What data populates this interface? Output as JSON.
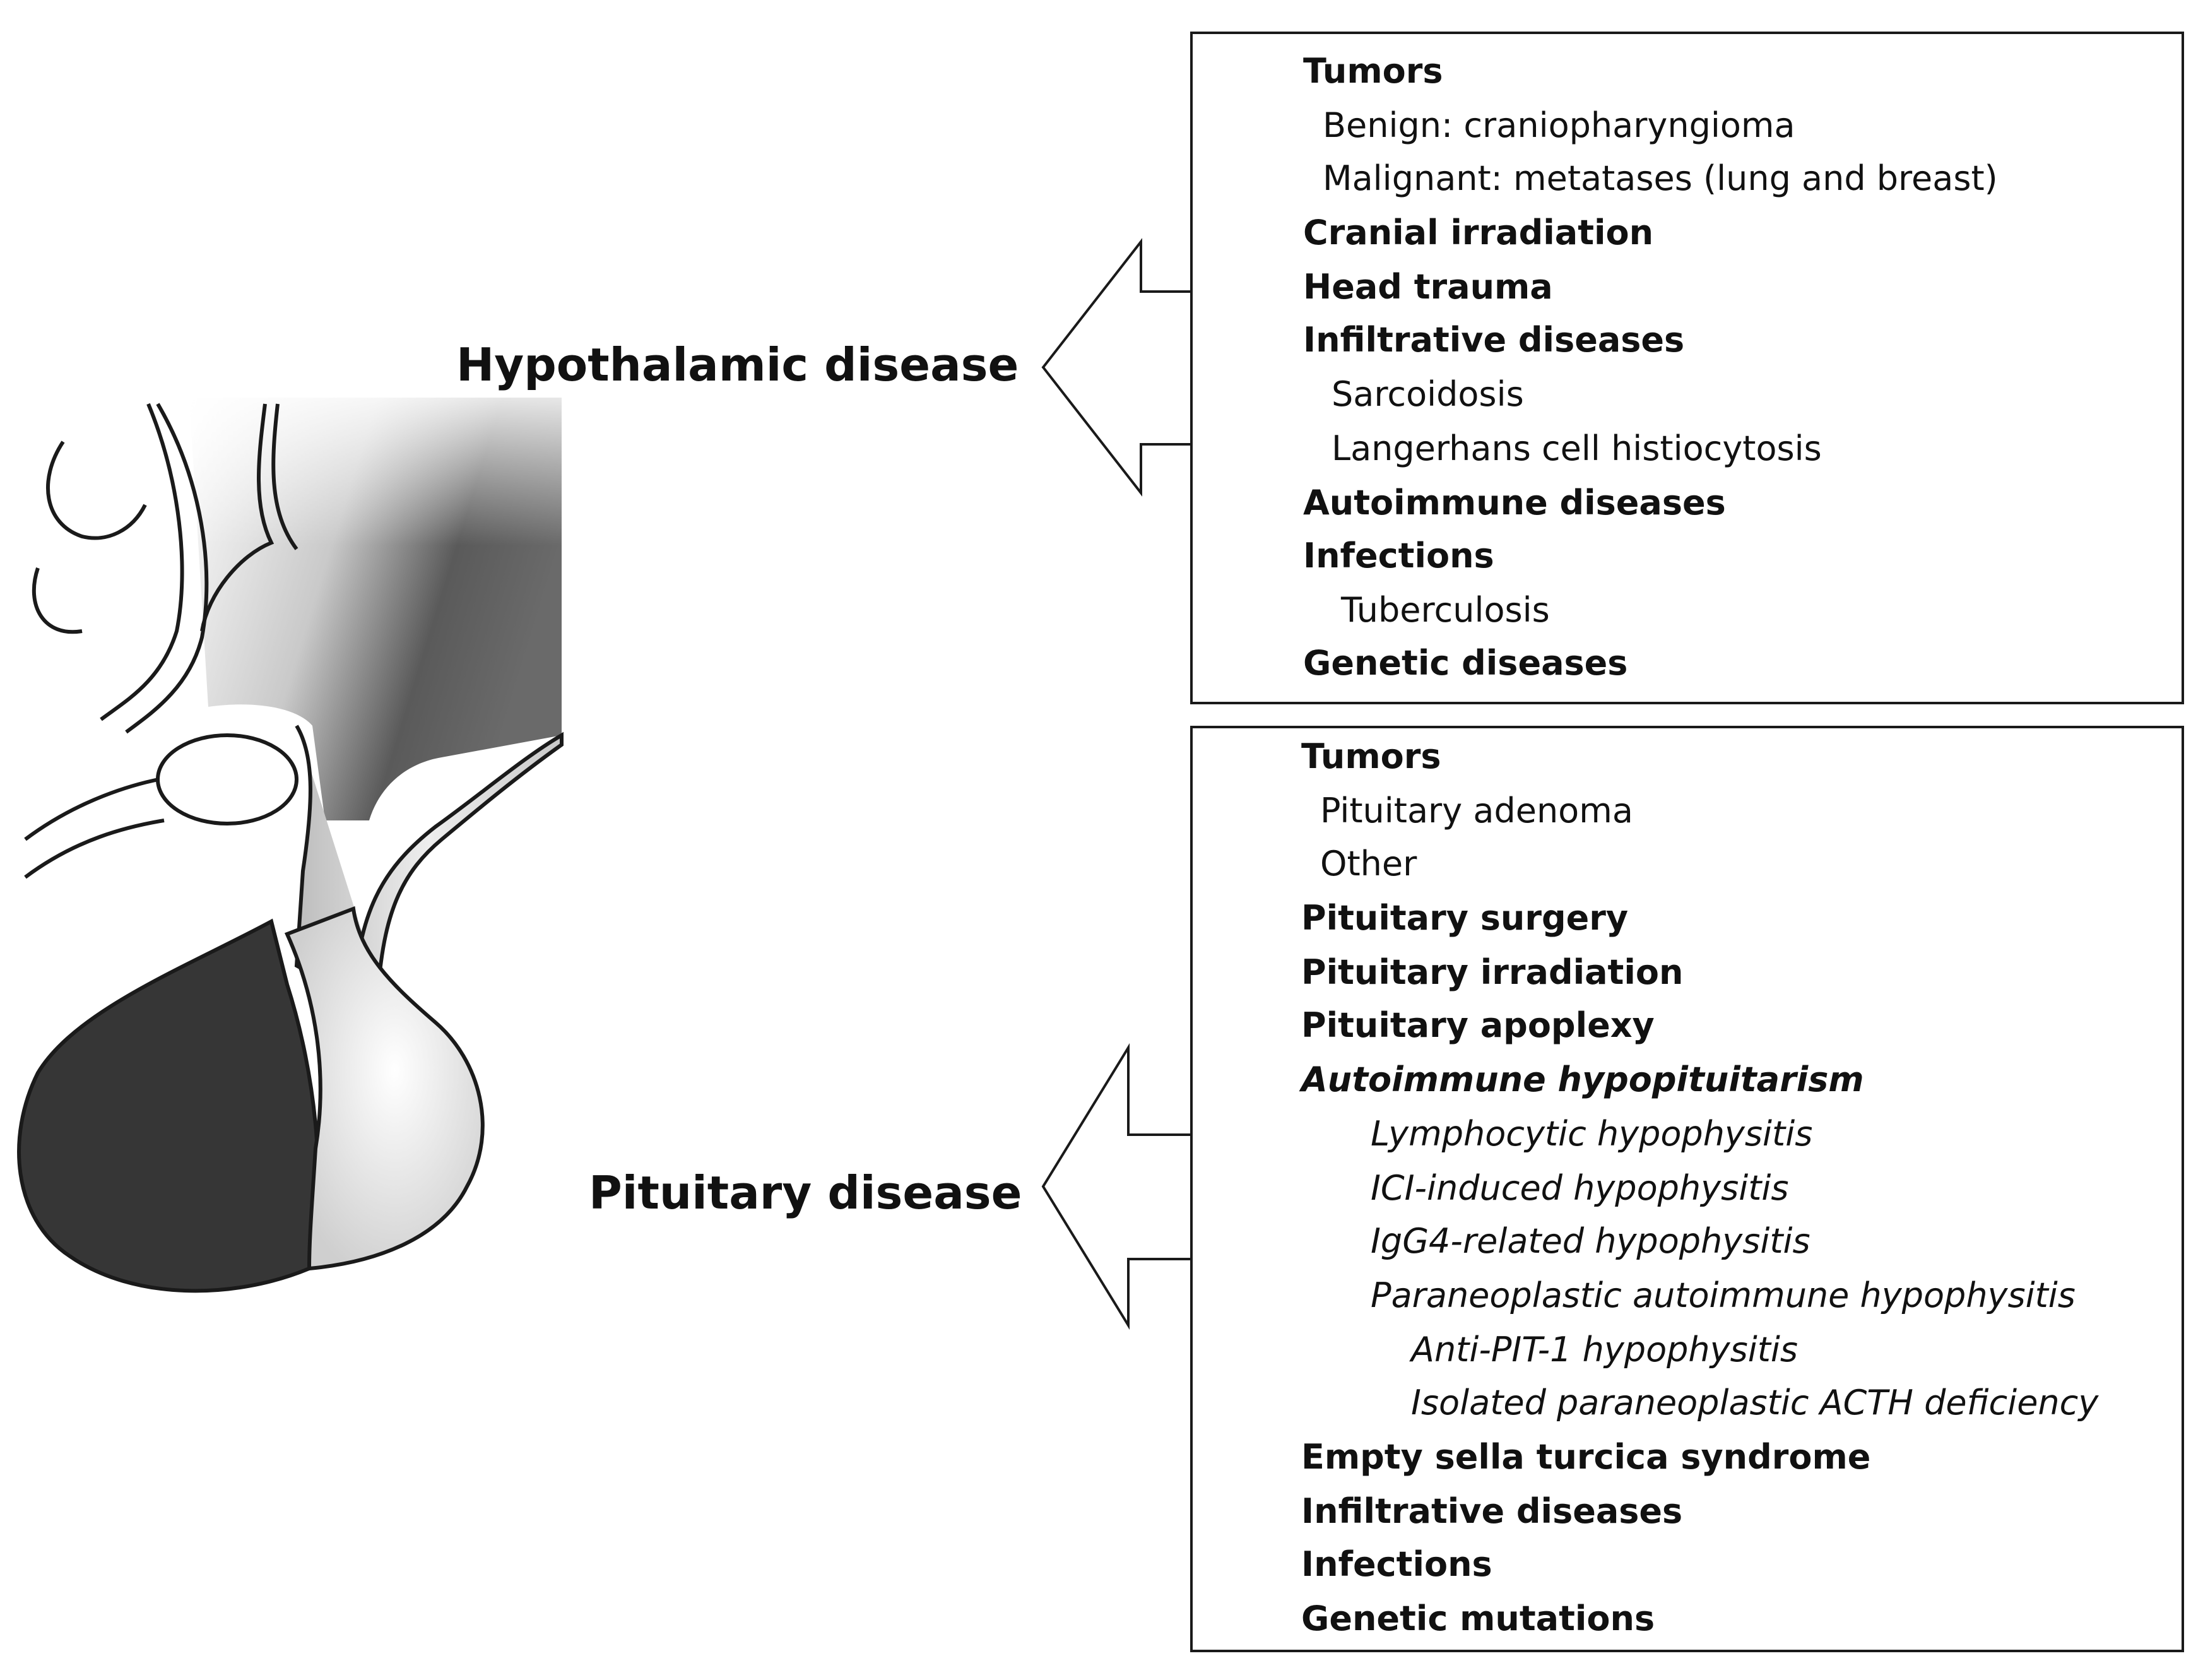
{
  "colors": {
    "outline": "#1a1a1a",
    "text": "#111111",
    "posterior_lobe": "#363636",
    "background": "#ffffff"
  },
  "illustration": {
    "name": "pituitary-hypothalamus-drawing"
  },
  "hypothalamic": {
    "label": "Hypothalamic disease",
    "items": [
      {
        "text": "Tumors",
        "style": "bold"
      },
      {
        "text": "Benign: craniopharyngioma",
        "style": "normal"
      },
      {
        "text": "Malignant: metatases (lung and breast)",
        "style": "normal"
      },
      {
        "text": "Cranial irradiation",
        "style": "bold"
      },
      {
        "text": "Head trauma",
        "style": "bold"
      },
      {
        "text": "Infiltrative diseases",
        "style": "bold"
      },
      {
        "text": "Sarcoidosis",
        "style": "normal"
      },
      {
        "text": "Langerhans cell histiocytosis",
        "style": "normal"
      },
      {
        "text": "Autoimmune diseases",
        "style": "bold"
      },
      {
        "text": "Infections",
        "style": "bold"
      },
      {
        "text": "Tuberculosis",
        "style": "normal"
      },
      {
        "text": "Genetic diseases",
        "style": "bold"
      }
    ]
  },
  "pituitary": {
    "label": "Pituitary disease",
    "items": [
      {
        "text": "Tumors",
        "style": "bold"
      },
      {
        "text": "Pituitary adenoma",
        "style": "normal"
      },
      {
        "text": "Other",
        "style": "normal"
      },
      {
        "text": "Pituitary surgery",
        "style": "bold"
      },
      {
        "text": "Pituitary irradiation",
        "style": "bold"
      },
      {
        "text": "Pituitary apoplexy",
        "style": "bold"
      },
      {
        "text": "Autoimmune hypopituitarism",
        "style": "bold-italic"
      },
      {
        "text": "Lymphocytic hypophysitis",
        "style": "italic"
      },
      {
        "text": "ICI-induced hypophysitis",
        "style": "italic"
      },
      {
        "text": "IgG4-related hypophysitis",
        "style": "italic"
      },
      {
        "text": "Paraneoplastic autoimmune hypophysitis",
        "style": "italic"
      },
      {
        "text": "Anti-PIT-1 hypophysitis",
        "style": "italic"
      },
      {
        "text": "Isolated paraneoplastic ACTH deficiency",
        "style": "italic"
      },
      {
        "text": "Empty sella turcica syndrome",
        "style": "bold"
      },
      {
        "text": "Infiltrative diseases",
        "style": "bold"
      },
      {
        "text": "Infections",
        "style": "bold"
      },
      {
        "text": "Genetic mutations",
        "style": "bold"
      }
    ]
  }
}
